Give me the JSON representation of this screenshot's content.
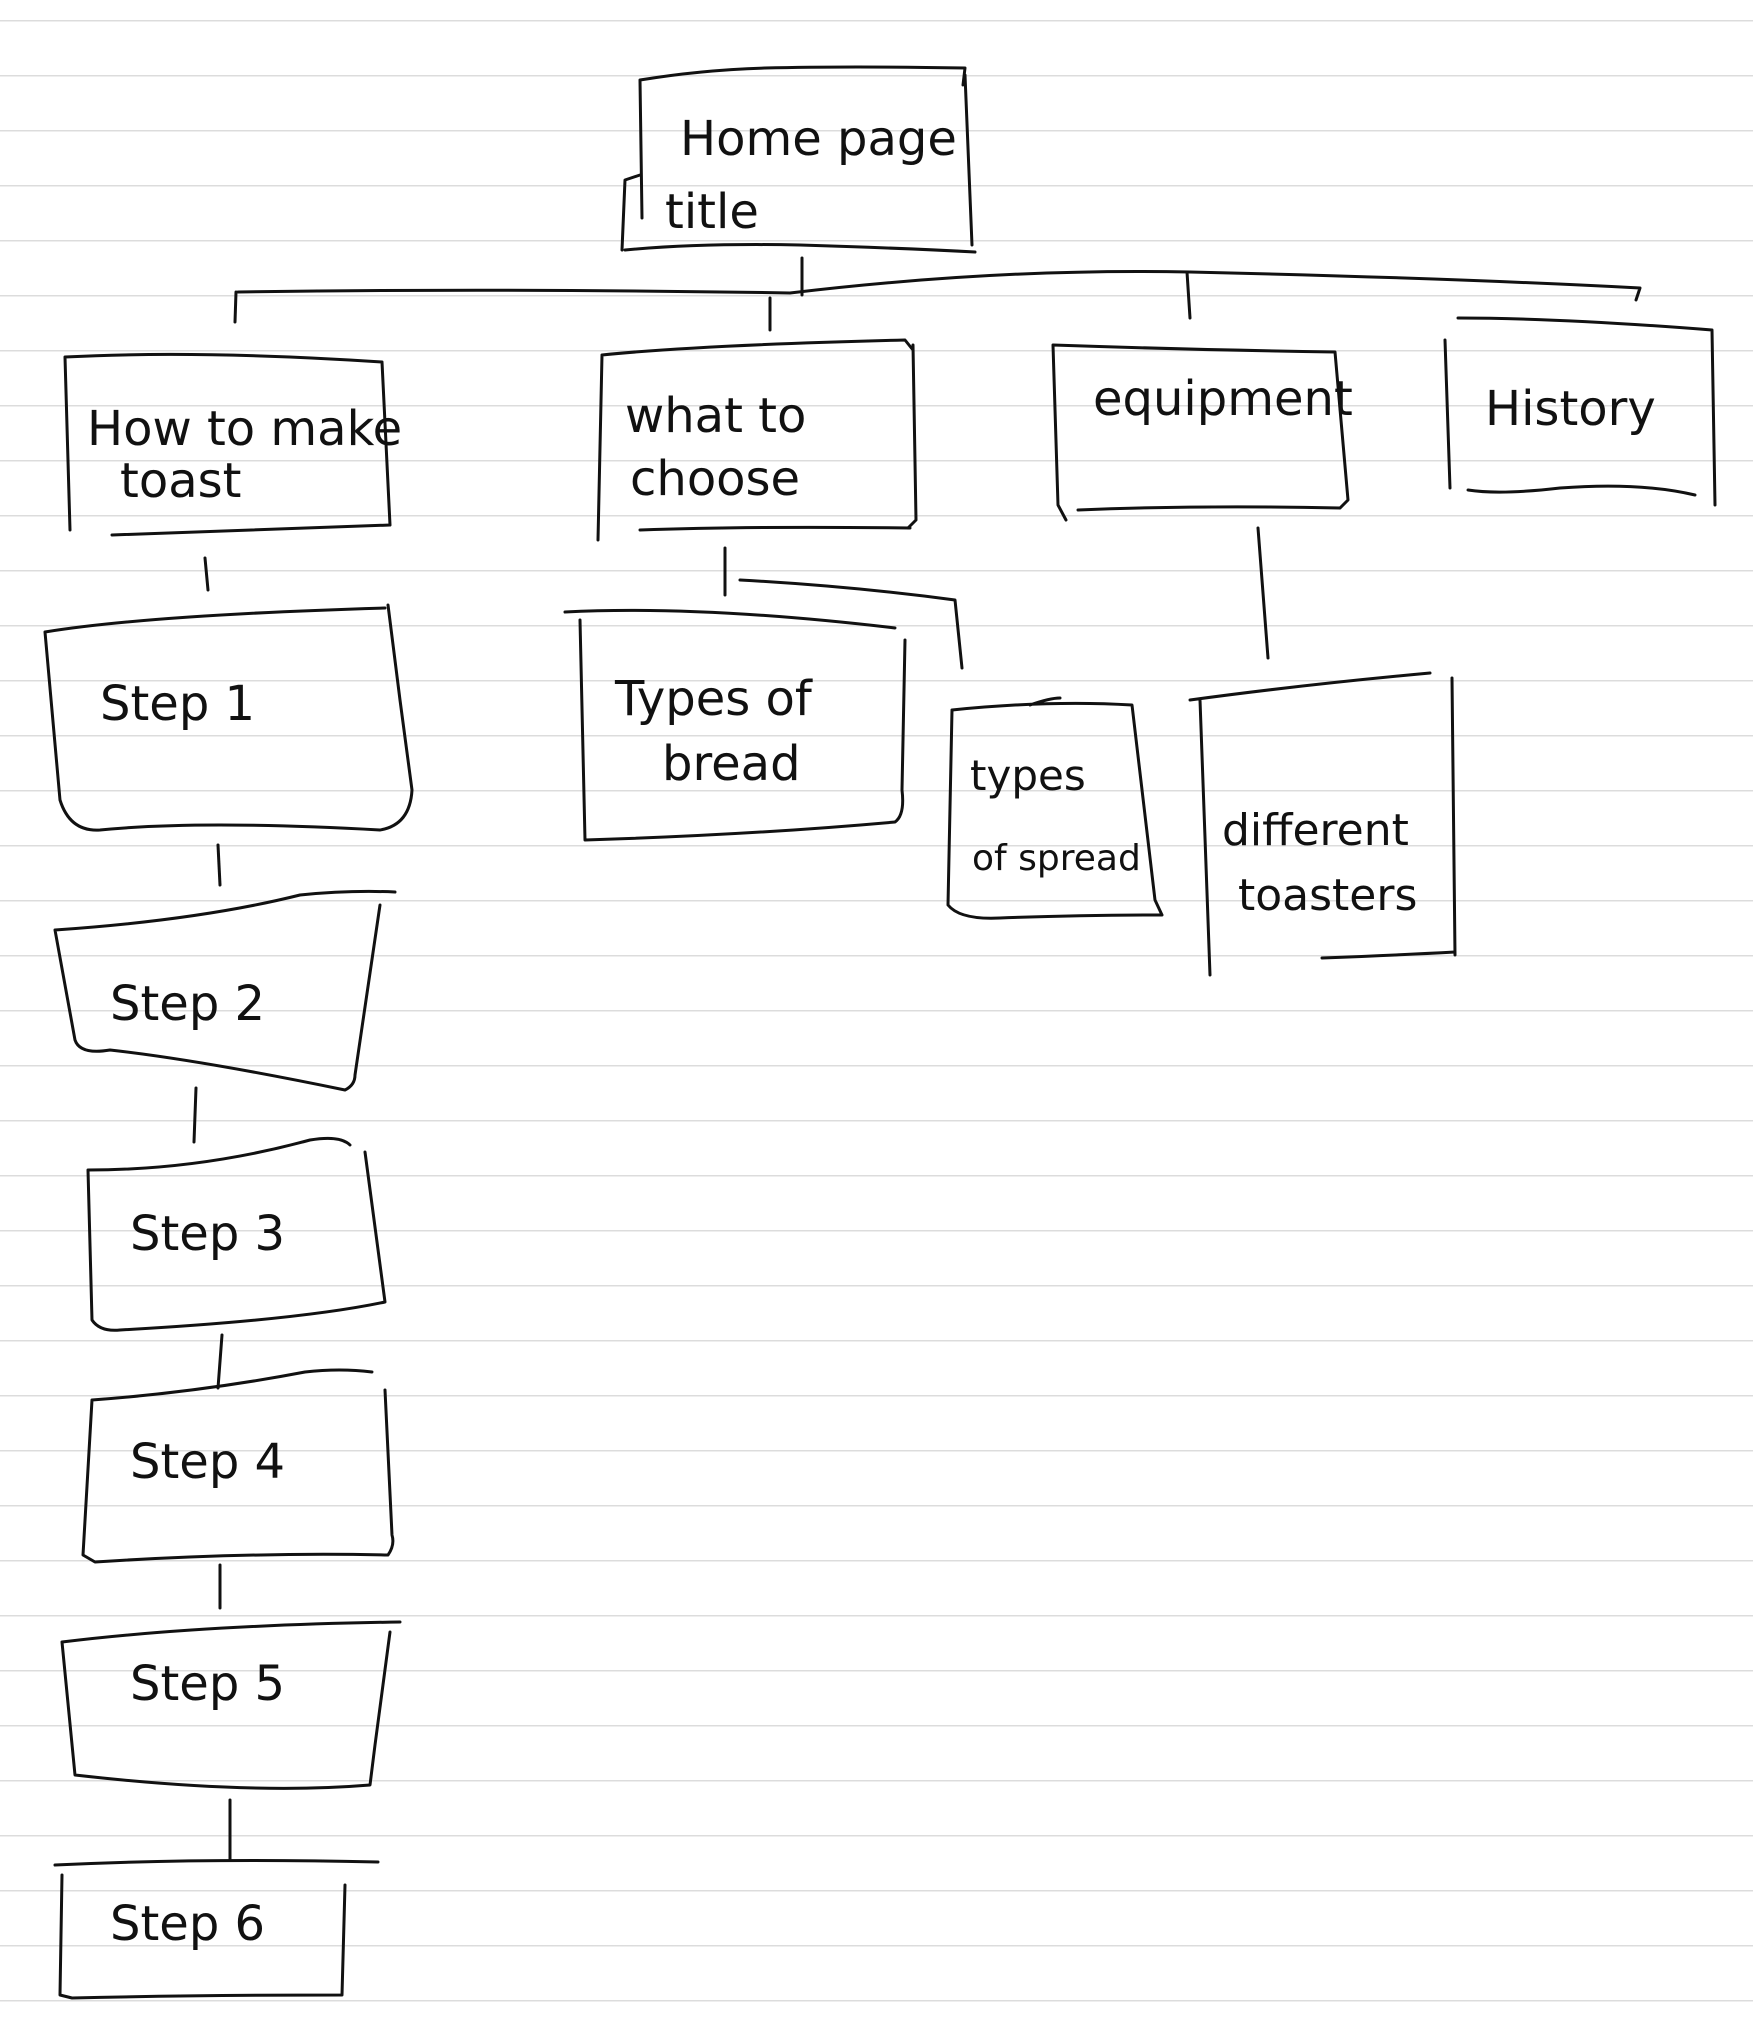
{
  "diagram": {
    "root": {
      "label_line1": "Home page",
      "label_line2": "title"
    },
    "branches": {
      "how_to": {
        "line1": "How to make",
        "line2": "toast"
      },
      "what_to_choose": {
        "line1": "what to",
        "line2": "choose"
      },
      "equipment": {
        "line1": "equipment"
      },
      "history": {
        "line1": "History"
      }
    },
    "steps": [
      "Step 1",
      "Step 2",
      "Step 3",
      "Step 4",
      "Step 5",
      "Step 6"
    ],
    "choose_children": {
      "bread": {
        "line1": "Types of",
        "line2": "bread"
      },
      "spread": {
        "line1": "types",
        "line2": "of spread"
      }
    },
    "equipment_children": {
      "toasters": {
        "line1": "different",
        "line2": "toasters"
      }
    }
  }
}
